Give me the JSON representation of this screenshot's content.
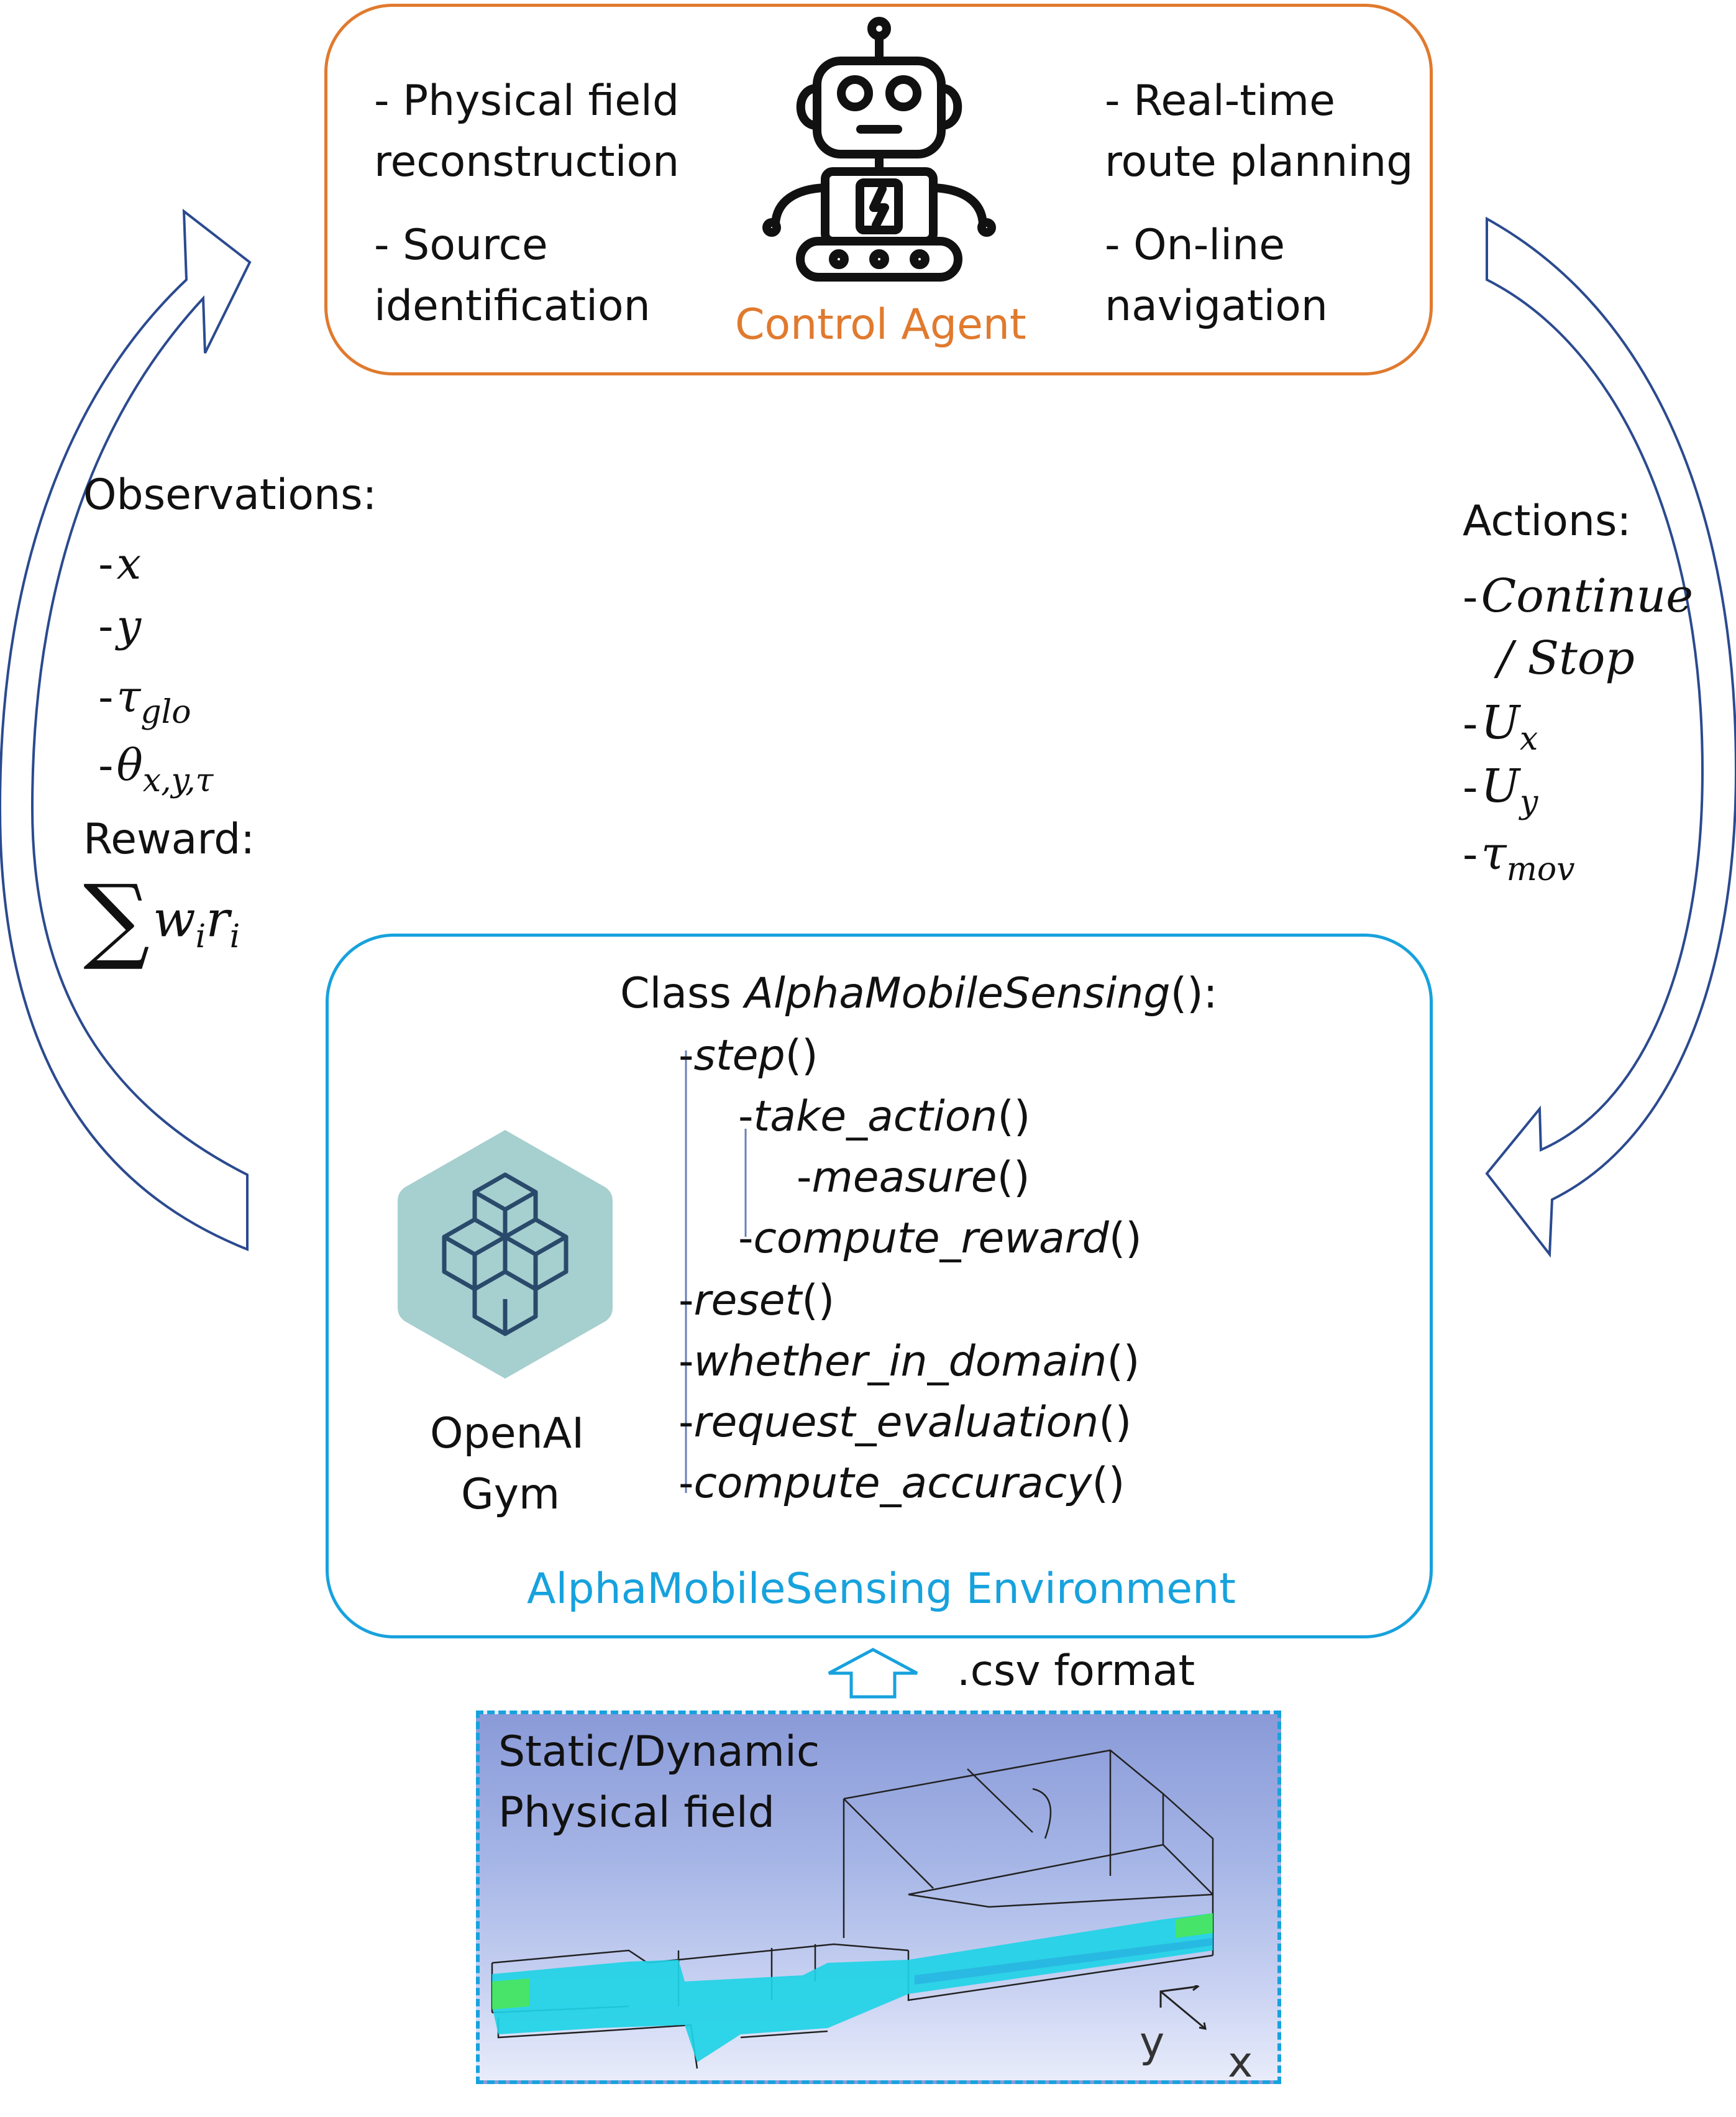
{
  "agent": {
    "title": "Control Agent",
    "left_items": [
      "- Physical field",
      "reconstruction",
      "- Source",
      "identification"
    ],
    "right_items": [
      "- Real-time",
      "route planning",
      "- On-line",
      "navigation"
    ]
  },
  "observations": {
    "heading": "Observations:",
    "dash": "-",
    "items": [
      "x",
      "y",
      "τ",
      "θ"
    ],
    "subscripts": [
      "",
      "",
      "glo",
      "x,y,τ"
    ]
  },
  "reward": {
    "heading": "Reward:",
    "sum_symbol": "∑",
    "w": "w",
    "w_sub": "i",
    "r": "r",
    "r_sub": "i"
  },
  "actions": {
    "heading": "Actions:",
    "dash": "-",
    "continue": "Continue",
    "stop": "/ Stop",
    "u": "U",
    "ux_sub": "x",
    "uy_sub": "y",
    "tau": "τ",
    "tau_sub": "mov"
  },
  "environment": {
    "class_prefix": "Class ",
    "class_name": "AlphaMobileSensing",
    "class_suffix": "():",
    "dash": "- ",
    "paren": "()",
    "methods": [
      "step",
      "take_action",
      "measure",
      "compute_reward",
      "reset",
      "whether_in_domain",
      "request_evaluation",
      "compute_accuracy"
    ],
    "logo_label_line1": "OpenAI",
    "logo_label_line2": "Gym",
    "title": "AlphaMobileSensing Environment"
  },
  "input": {
    "format_label": ".csv format"
  },
  "field": {
    "label_line1": "Static/Dynamic",
    "label_line2": "Physical field",
    "axis_y": "y",
    "axis_x": "x"
  },
  "colors": {
    "agent": "#e07a2e",
    "environment": "#17a2dd",
    "arrows": "#2b4a8f",
    "gym_hex": "#a6cfcf",
    "gym_lines": "#2a4a6b"
  }
}
